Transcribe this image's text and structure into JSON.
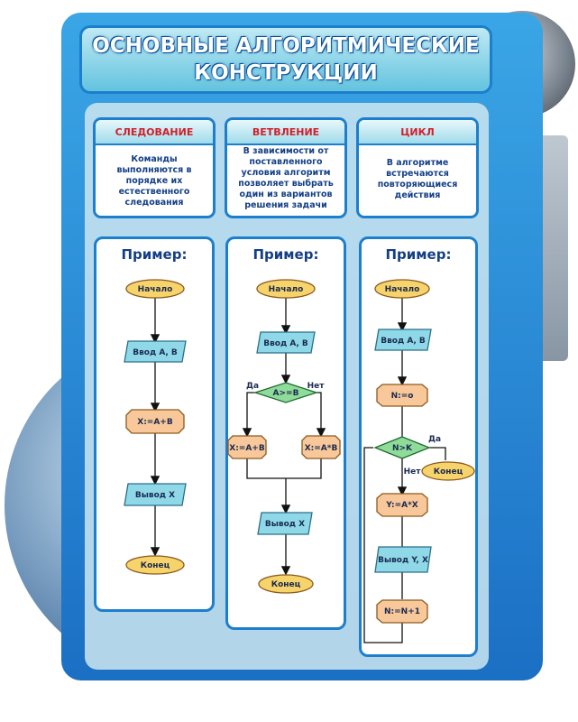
{
  "title": {
    "line1": "ОСНОВНЫЕ АЛГОРИТМИЧЕСКИЕ",
    "line2": "КОНСТРУКЦИИ"
  },
  "cards": [
    {
      "heading": "СЛЕДОВАНИЕ",
      "text": "Команды выполняются в порядке их естественного следования"
    },
    {
      "heading": "ВЕТВЛЕНИЕ",
      "text": "В зависимости от поставленного условия алгоритм позволяет выбрать один из вариантов решения задачи"
    },
    {
      "heading": "ЦИКЛ",
      "text": "В алгоритме встречаются повторяющиеся действия"
    }
  ],
  "example_label": "Пример:",
  "seq": {
    "start": "Начало",
    "input": "Ввод А, В",
    "proc": "X:=A+B",
    "output": "Вывод X",
    "end": "Конец"
  },
  "branch": {
    "start": "Начало",
    "input": "Ввод А, В",
    "cond": "A>=B",
    "yes": "Да",
    "no": "Нет",
    "proc_yes": "X:=A+B",
    "proc_no": "X:=A*B",
    "output": "Вывод X",
    "end": "Конец"
  },
  "loop": {
    "start": "Начало",
    "input": "Ввод А, В",
    "init": "N:=o",
    "cond": "N>K",
    "yes": "Да",
    "no": "Нет",
    "end": "Конец",
    "proc": "Y:=A*X",
    "output": "Вывод Y, X",
    "inc": "N:=N+1"
  },
  "colors": {
    "frame": "#1d7fcc",
    "terminal": "#f7d36b",
    "process": "#f8c89a",
    "io": "#8fd8e8",
    "decision": "#8fdc9a"
  }
}
